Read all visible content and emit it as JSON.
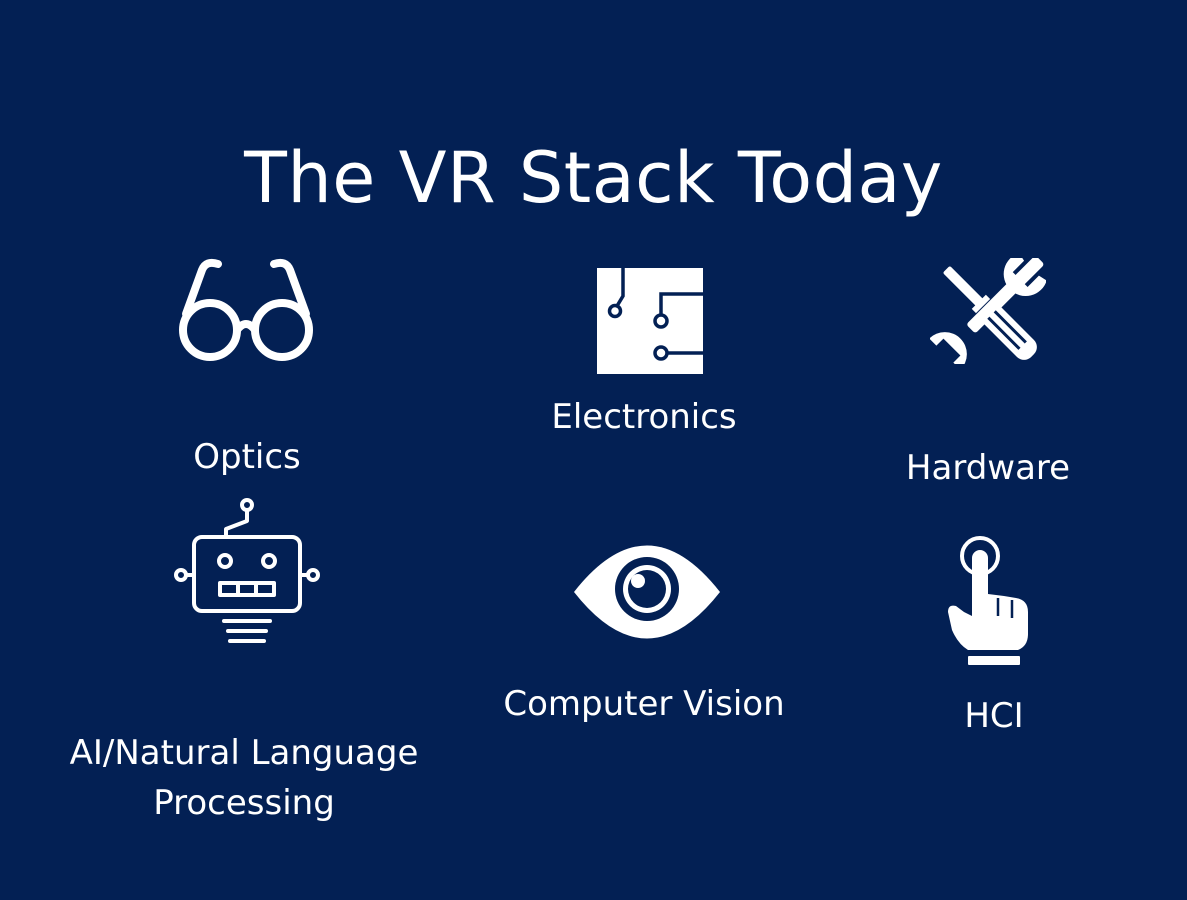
{
  "slide": {
    "title": "The VR Stack Today",
    "background_color": "#032054",
    "text_color": "#ffffff"
  },
  "items": [
    {
      "icon": "glasses-icon",
      "label": "Optics"
    },
    {
      "icon": "circuit-board-icon",
      "label": "Electronics"
    },
    {
      "icon": "screwdriver-wrench-icon",
      "label": "Hardware"
    },
    {
      "icon": "robot-icon",
      "label_lines": [
        "AI/Natural Language",
        "Processing"
      ]
    },
    {
      "icon": "eye-icon",
      "label": "Computer Vision"
    },
    {
      "icon": "pointing-hand-icon",
      "label": "HCI"
    }
  ]
}
